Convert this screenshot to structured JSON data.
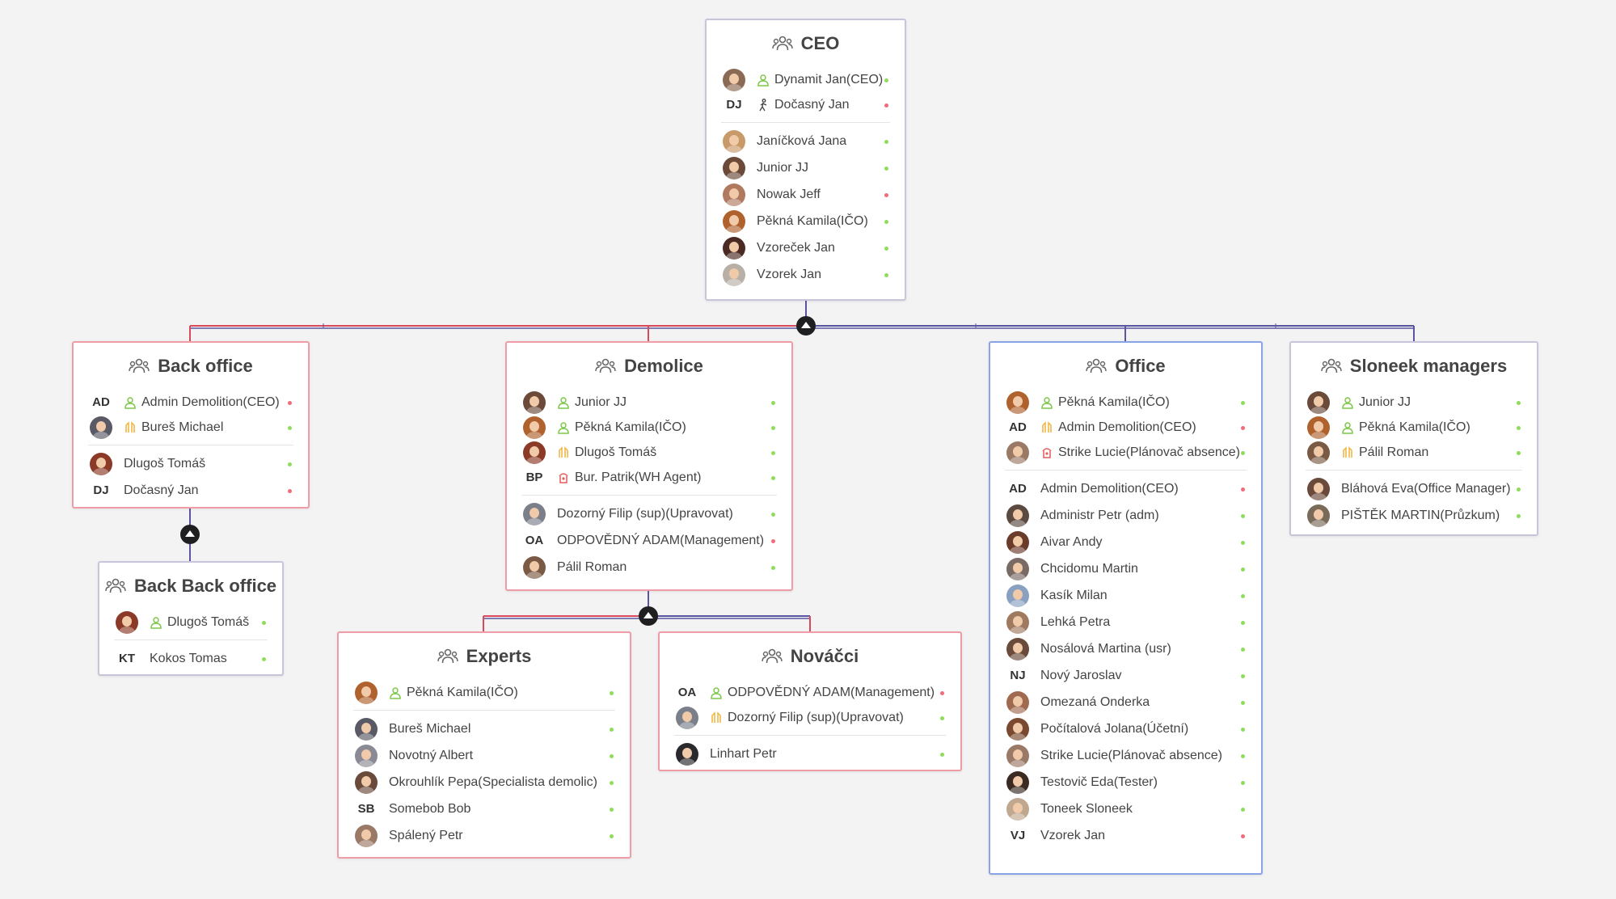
{
  "colors": {
    "online": "#8fdc5a",
    "offline": "#f26b78",
    "line_red": "#d9495c",
    "line_blue": "#5a55a0",
    "manager_icon": "#7cc84a",
    "deputy_icon": "#f0b43c",
    "agent_icon": "#e65a5a",
    "walker_icon": "#444444"
  },
  "cards": [
    {
      "title": "CEO",
      "groups": [
        [
          {
            "name": "Dynamit Jan(CEO)",
            "avatar": "#8a6a55",
            "role": "manager",
            "status": "online"
          },
          {
            "name": "Dočasný Jan",
            "initials": "DJ",
            "role": "walker",
            "status": "offline"
          }
        ],
        [
          {
            "name": "Janíčková Jana",
            "avatar": "#c89a6a",
            "status": "online"
          },
          {
            "name": "Junior JJ",
            "avatar": "#6b4a3a",
            "status": "online"
          },
          {
            "name": "Nowak Jeff",
            "avatar": "#b07a60",
            "status": "offline"
          },
          {
            "name": "Pěkná Kamila(IČO)",
            "avatar": "#b0622e",
            "status": "online"
          },
          {
            "name": "Vzoreček Jan",
            "avatar": "#4a2a22",
            "status": "online"
          },
          {
            "name": "Vzorek Jan",
            "avatar": "#b8b0a6",
            "status": "online"
          }
        ]
      ]
    },
    {
      "title": "Back office",
      "groups": [
        [
          {
            "name": "Admin Demolition(CEO)",
            "initials": "AD",
            "role": "manager",
            "status": "offline"
          },
          {
            "name": "Bureš Michael",
            "avatar": "#5a5a66",
            "role": "deputy",
            "status": "online"
          }
        ],
        [
          {
            "name": "Dlugoš Tomáš",
            "avatar": "#8a3a26",
            "status": "online"
          },
          {
            "name": "Dočasný Jan",
            "initials": "DJ",
            "status": "offline"
          }
        ]
      ]
    },
    {
      "title": "Back Back office",
      "groups": [
        [
          {
            "name": "Dlugoš Tomáš",
            "avatar": "#8a3a26",
            "role": "manager",
            "status": "online"
          }
        ],
        [
          {
            "name": "Kokos Tomas",
            "initials": "KT",
            "status": "online"
          }
        ]
      ]
    },
    {
      "title": "Demolice",
      "groups": [
        [
          {
            "name": "Junior JJ",
            "avatar": "#6b4a3a",
            "role": "manager",
            "status": "online"
          },
          {
            "name": "Pěkná Kamila(IČO)",
            "avatar": "#b0622e",
            "role": "manager",
            "status": "online"
          },
          {
            "name": "Dlugoš Tomáš",
            "avatar": "#8a3a26",
            "role": "deputy",
            "status": "online"
          },
          {
            "name": "Bur. Patrik(WH Agent)",
            "initials": "BP",
            "role": "agent",
            "status": "online"
          }
        ],
        [
          {
            "name": "Dozorný Filip (sup)(Upravovat)",
            "avatar": "#7a7f8a",
            "status": "online"
          },
          {
            "name": "ODPOVĚDNÝ ADAM(Management)",
            "initials": "OA",
            "status": "offline"
          },
          {
            "name": "Pálil Roman",
            "avatar": "#7a5a44",
            "status": "online"
          }
        ]
      ]
    },
    {
      "title": "Experts",
      "groups": [
        [
          {
            "name": "Pěkná Kamila(IČO)",
            "avatar": "#b0622e",
            "role": "manager",
            "status": "online"
          }
        ],
        [
          {
            "name": "Bureš Michael",
            "avatar": "#5a5a66",
            "status": "online"
          },
          {
            "name": "Novotný Albert",
            "avatar": "#8a8a96",
            "status": "online"
          },
          {
            "name": "Okrouhlík Pepa(Specialista demolic)",
            "avatar": "#6a4a3a",
            "status": "online"
          },
          {
            "name": "Somebob Bob",
            "initials": "SB",
            "status": "online"
          },
          {
            "name": "Spálený Petr",
            "avatar": "#9a7a66",
            "status": "online"
          }
        ]
      ]
    },
    {
      "title": "Nováčci",
      "groups": [
        [
          {
            "name": "ODPOVĚDNÝ ADAM(Management)",
            "initials": "OA",
            "role": "manager",
            "status": "offline"
          },
          {
            "name": "Dozorný Filip (sup)(Upravovat)",
            "avatar": "#7a7f8a",
            "role": "deputy",
            "status": "online"
          }
        ],
        [
          {
            "name": "Linhart Petr",
            "avatar": "#2a2a2e",
            "status": "online"
          }
        ]
      ]
    },
    {
      "title": "Office",
      "groups": [
        [
          {
            "name": "Pěkná Kamila(IČO)",
            "avatar": "#b0622e",
            "role": "manager",
            "status": "online"
          },
          {
            "name": "Admin Demolition(CEO)",
            "initials": "AD",
            "role": "deputy",
            "status": "offline"
          },
          {
            "name": "Strike Lucie(Plánovač absence)",
            "avatar": "#9a7a66",
            "role": "agent",
            "status": "online"
          }
        ],
        [
          {
            "name": "Admin Demolition(CEO)",
            "initials": "AD",
            "status": "offline"
          },
          {
            "name": "Administr Petr (adm)",
            "avatar": "#5a4a40",
            "status": "online"
          },
          {
            "name": "Aivar Andy",
            "avatar": "#6a3a2a",
            "status": "online"
          },
          {
            "name": "Chcidomu Martin",
            "avatar": "#7a6a66",
            "status": "online"
          },
          {
            "name": "Kasík Milan",
            "avatar": "#8aa0c0",
            "status": "online"
          },
          {
            "name": "Lehká Petra",
            "avatar": "#a07a60",
            "status": "online"
          },
          {
            "name": "Nosálová Martina (usr)",
            "avatar": "#6a4a3a",
            "status": "online"
          },
          {
            "name": "Nový Jaroslav",
            "initials": "NJ",
            "status": "online"
          },
          {
            "name": "Omezaná Onderka",
            "avatar": "#a06a50",
            "status": "online"
          },
          {
            "name": "Počítalová Jolana(Účetní)",
            "avatar": "#7a4a30",
            "status": "online"
          },
          {
            "name": "Strike Lucie(Plánovač absence)",
            "avatar": "#9a7a66",
            "status": "online"
          },
          {
            "name": "Testovič Eda(Tester)",
            "avatar": "#3a2a22",
            "status": "online"
          },
          {
            "name": "Toneek Sloneek",
            "avatar": "#c0a890",
            "status": "online"
          },
          {
            "name": "Vzorek Jan",
            "initials": "VJ",
            "status": "offline"
          }
        ]
      ]
    },
    {
      "title": "Sloneek managers",
      "groups": [
        [
          {
            "name": "Junior JJ",
            "avatar": "#6b4a3a",
            "role": "manager",
            "status": "online"
          },
          {
            "name": "Pěkná Kamila(IČO)",
            "avatar": "#b0622e",
            "role": "manager",
            "status": "online"
          },
          {
            "name": "Pálil Roman",
            "avatar": "#7a5a44",
            "role": "deputy",
            "status": "online"
          }
        ],
        [
          {
            "name": "Bláhová Eva(Office Manager)",
            "avatar": "#6a4a3a",
            "status": "online"
          },
          {
            "name": "PIŠTĚK MARTIN(Průzkum)",
            "avatar": "#7a6a5a",
            "status": "online"
          }
        ]
      ]
    }
  ]
}
